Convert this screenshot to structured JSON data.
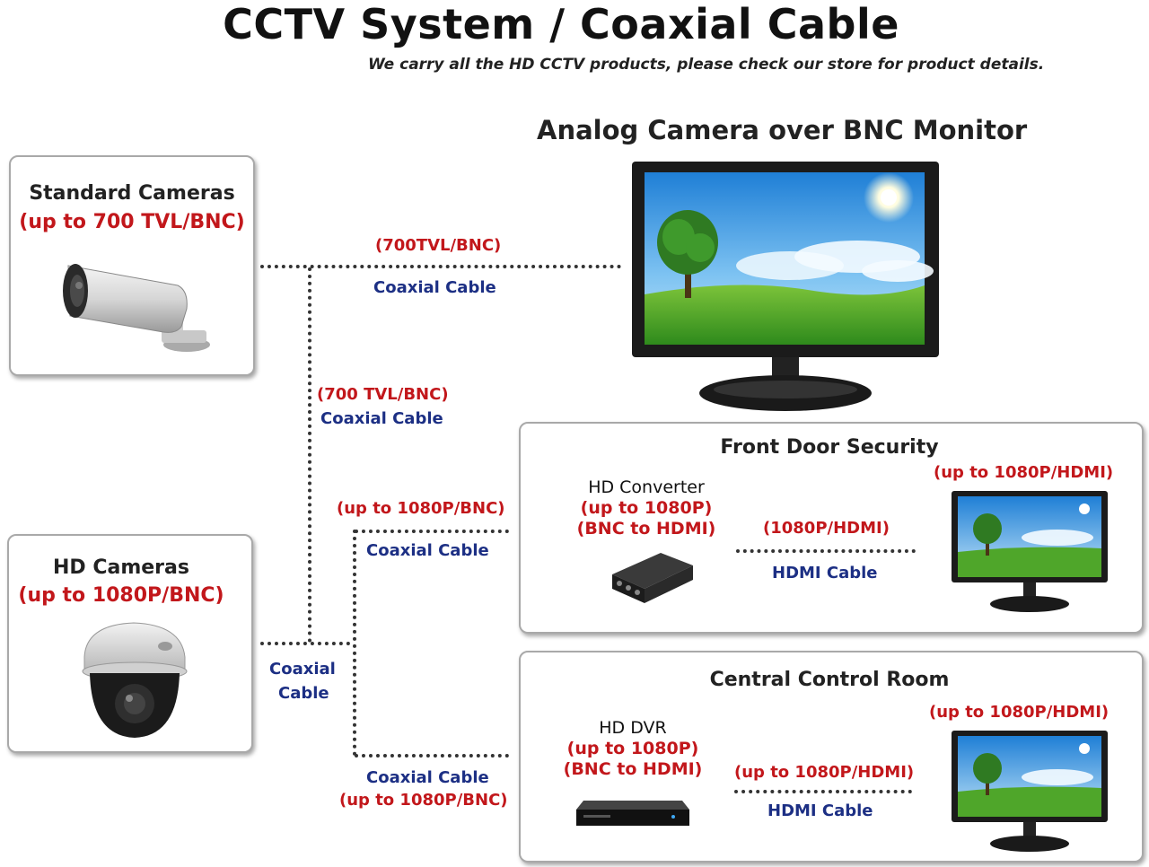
{
  "header": {
    "title": "CCTV System / Coaxial Cable",
    "subtitle": "We carry all the HD CCTV products, please check our store for product details."
  },
  "analog_monitor": {
    "heading": "Analog Camera over BNC Monitor"
  },
  "standard_cameras": {
    "title": "Standard Cameras",
    "spec": "(up to 700 TVL/BNC)"
  },
  "hd_cameras": {
    "title": "HD Cameras",
    "spec": "(up to 1080P/BNC)"
  },
  "links": {
    "std_to_monitor": {
      "spec": "(700TVL/BNC)",
      "cable": "Coaxial Cable"
    },
    "std_down": {
      "spec": "(700 TVL/BNC)",
      "cable": "Coaxial Cable"
    },
    "to_front_door": {
      "spec": "(up to 1080P/BNC)",
      "cable": "Coaxial Cable"
    },
    "hd_cam": {
      "cable_line1": "Coaxial",
      "cable_line2": "Cable"
    },
    "to_control_room": {
      "cable": "Coaxial Cable",
      "spec": "(up to 1080P/BNC)"
    }
  },
  "front_door": {
    "title": "Front Door Security",
    "device": {
      "name": "HD Converter",
      "spec1": "(up to 1080P)",
      "spec2": "(BNC to HDMI)"
    },
    "link": {
      "spec": "(1080P/HDMI)",
      "cable": "HDMI Cable"
    },
    "monitor_spec": "(up to 1080P/HDMI)"
  },
  "control_room": {
    "title": "Central Control Room",
    "device": {
      "name": "HD DVR",
      "spec1": "(up to 1080P)",
      "spec2": "(BNC to HDMI)"
    },
    "link": {
      "spec": "(up to 1080P/HDMI)",
      "cable": "HDMI Cable"
    },
    "monitor_spec": "(up to 1080P/HDMI)"
  },
  "colors": {
    "accent_red": "#c2171b",
    "accent_blue": "#1c2f84"
  }
}
